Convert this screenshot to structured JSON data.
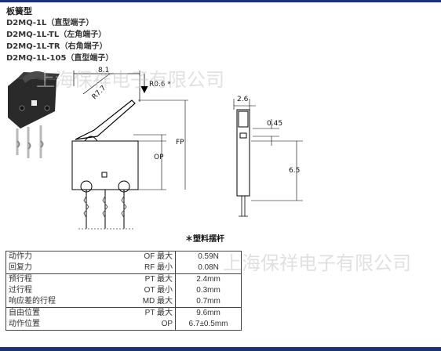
{
  "header": {
    "title": "板簧型",
    "models": [
      "D2MQ-1L（直型端子）",
      "D2MQ-1L-TL（左角端子）",
      "D2MQ-1L-TR（右角端子）",
      "D2MQ-1L-105（直型端子）"
    ]
  },
  "diagram": {
    "dims": {
      "width_8_1": "8.1",
      "radius_r7_7": "R7.7",
      "radius_r0_6": "R0.6 *",
      "op": "OP",
      "fp": "FP",
      "thickness_2_6": "2.6",
      "gap_0_45": "0.45",
      "height_6_5": "6.5"
    },
    "note": "＊塑料摆杆",
    "watermark": "上海保祥电子有限公司"
  },
  "specs": {
    "groups": [
      {
        "rows": [
          {
            "name": "动作力",
            "code": "OF 最大",
            "value": "0.59N"
          },
          {
            "name": "回复力",
            "code": "RF 最小",
            "value": "0.08N"
          }
        ]
      },
      {
        "rows": [
          {
            "name": "预行程",
            "code": "PT 最大",
            "value": "2.4mm"
          },
          {
            "name": "过行程",
            "code": "OT 最小",
            "value": "0.3mm"
          },
          {
            "name": "响应差的行程",
            "code": "MD 最大",
            "value": "0.7mm"
          }
        ]
      },
      {
        "rows": [
          {
            "name": "自由位置",
            "code": "PT 最大",
            "value": "9.6mm"
          },
          {
            "name": "动作位置",
            "code": "OP",
            "value": "6.7±0.5mm"
          }
        ]
      }
    ],
    "watermark": "上海保祥电子有限公司"
  }
}
